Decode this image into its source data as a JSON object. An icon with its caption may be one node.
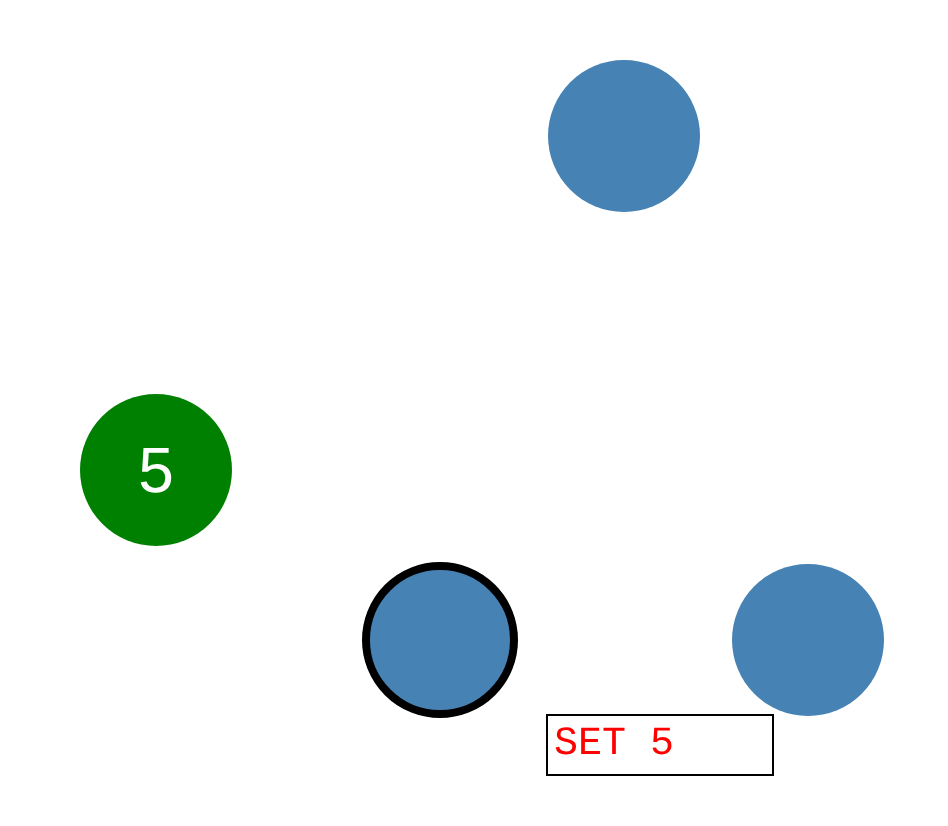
{
  "diagram": {
    "nodes": [
      {
        "text": [],
        "shape": "circle"
      },
      {
        "text": [
          "5"
        ]
      },
      {
        "text": [],
        "shape": "circle"
      },
      {
        "text": [],
        "shape": "circle"
      },
      {
        "text": [
          "SET 5"
        ]
      }
    ]
  }
}
